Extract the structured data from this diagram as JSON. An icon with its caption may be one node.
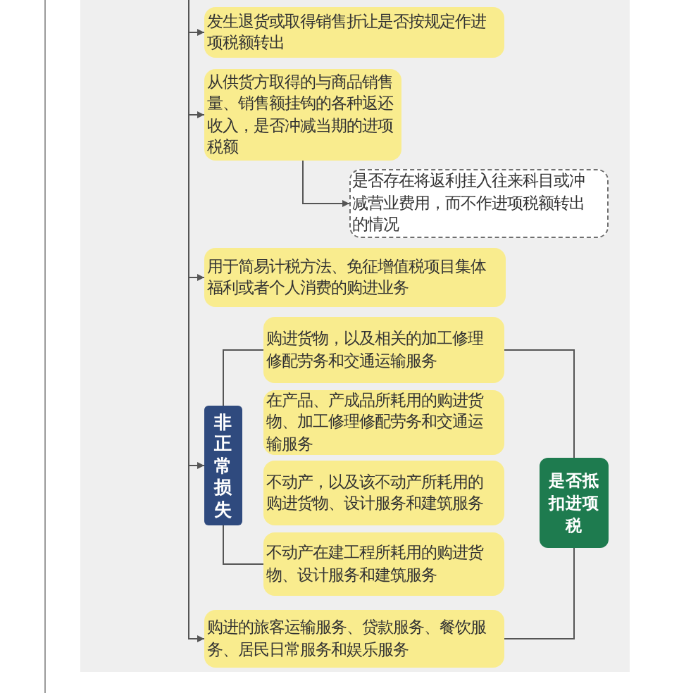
{
  "diagram": {
    "nodes": [
      {
        "text": [
          "发生退货或取得销售折让是否按规定作进项税额转出"
        ]
      },
      {
        "text": [
          "从供货方取得的与商品销售量、销售额挂钩的各种返还收入，是否冲减当期的进项税额"
        ]
      },
      {
        "text": [
          "是否存在将返利挂入往来科目或冲减营业费用，而不作进项税额转出的情况"
        ]
      },
      {
        "text": [
          "用于简易计税方法、免征增值税项目集体福利或者个人消费的购进业务"
        ]
      },
      {
        "text": [
          "非正常损失"
        ]
      },
      {
        "text": [
          "购进货物，以及相关的加工修理修配劳务和交通运输服务"
        ]
      },
      {
        "text": [
          "在产品、产成品所耗用的购进货物、加工修理修配劳务和交通运输服务"
        ]
      },
      {
        "text": [
          "不动产，以及该不动产所耗用的购进货物、设计服务和建筑服务"
        ]
      },
      {
        "text": [
          "不动产在建工程所耗用的购进货物、设计服务和建筑服务"
        ]
      },
      {
        "text": [
          "购进的旅客运输服务、贷款服务、餐饮服务、居民日常服务和娱乐服务"
        ]
      },
      {
        "text": [
          "是否抵扣进项税"
        ]
      }
    ],
    "edges": [
      {
        "from": null,
        "to": 0,
        "arrow": "to"
      },
      {
        "from": null,
        "to": 1,
        "arrow": "to"
      },
      {
        "from": 1,
        "to": 2,
        "arrow": "to"
      },
      {
        "from": null,
        "to": 3,
        "arrow": "to"
      },
      {
        "from": null,
        "to": 4,
        "arrow": "to"
      },
      {
        "from": null,
        "to": 9,
        "arrow": "to"
      },
      {
        "from": 4,
        "to": 5,
        "arrow": "none"
      },
      {
        "from": 4,
        "to": 8,
        "arrow": "none"
      },
      {
        "from": 5,
        "to": 10,
        "arrow": "none"
      },
      {
        "from": 9,
        "to": 10,
        "arrow": "none"
      }
    ]
  }
}
